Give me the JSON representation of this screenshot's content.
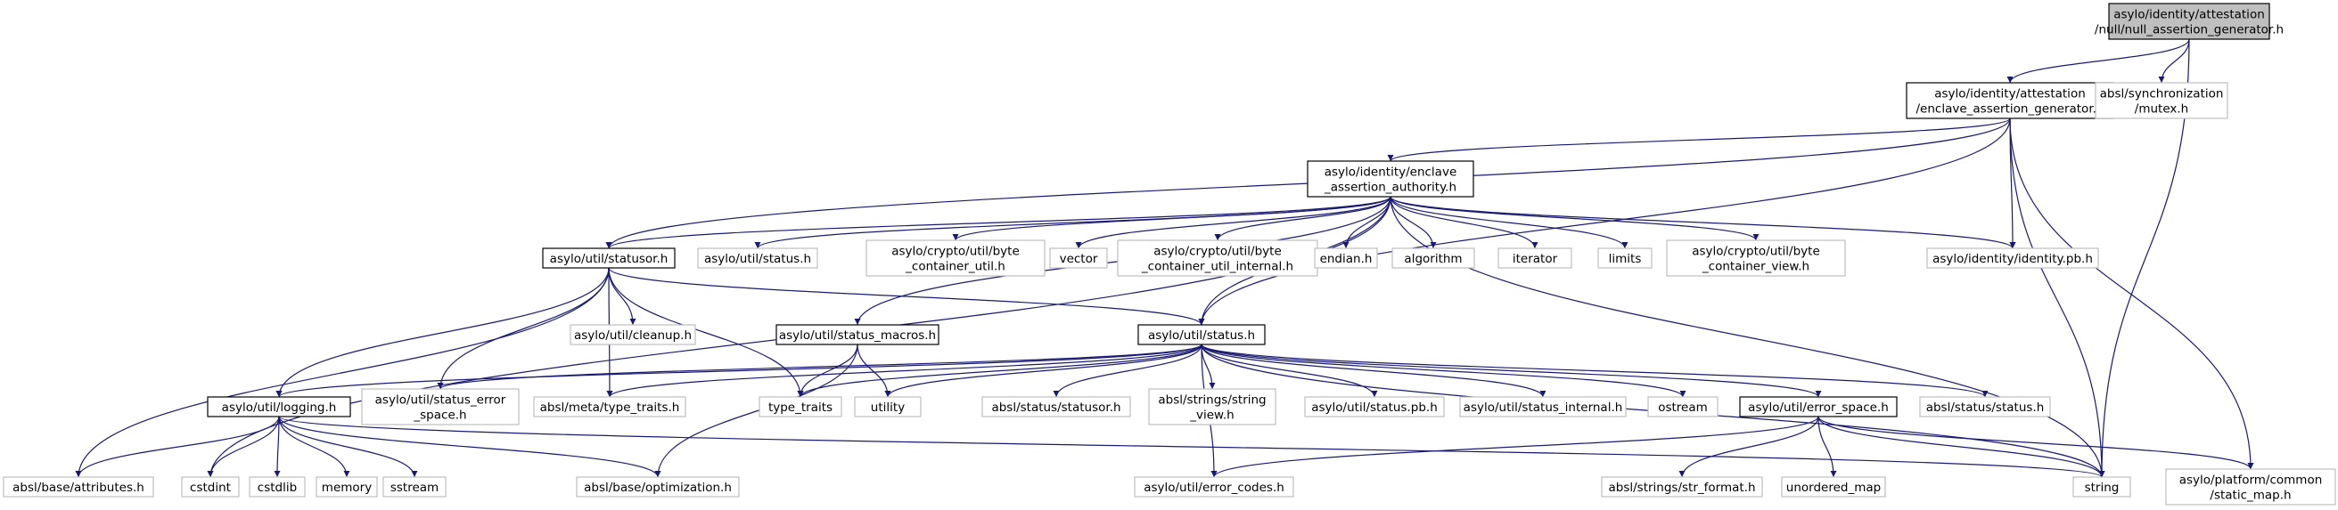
{
  "diagram": {
    "colors": {
      "root_fill": "#bfbfbf",
      "documented_stroke": "#000000",
      "undocumented_stroke": "#bfbfbf",
      "edge": "#191970"
    },
    "nodes": [
      {
        "id": "root",
        "kind": "root",
        "lines": [
          "asylo/identity/attestation",
          "/null/null_assertion_generator.h"
        ]
      },
      {
        "id": "enclave_assertion_generator",
        "kind": "documented",
        "lines": [
          "asylo/identity/attestation",
          "/enclave_assertion_generator.h"
        ]
      },
      {
        "id": "mutex",
        "kind": "undocumented",
        "lines": [
          "absl/synchronization",
          "/mutex.h"
        ]
      },
      {
        "id": "enclave_assertion_authority",
        "kind": "documented",
        "lines": [
          "asylo/identity/enclave",
          "_assertion_authority.h"
        ]
      },
      {
        "id": "statusor",
        "kind": "documented",
        "lines": [
          "asylo/util/statusor.h"
        ]
      },
      {
        "id": "status_h_top",
        "kind": "undocumented",
        "lines": [
          "asylo/util/status.h"
        ]
      },
      {
        "id": "byte_container_util",
        "kind": "undocumented",
        "lines": [
          "asylo/crypto/util/byte",
          "_container_util.h"
        ]
      },
      {
        "id": "vector",
        "kind": "undocumented",
        "lines": [
          "vector"
        ]
      },
      {
        "id": "byte_container_util_internal",
        "kind": "undocumented",
        "lines": [
          "asylo/crypto/util/byte",
          "_container_util_internal.h"
        ]
      },
      {
        "id": "endian",
        "kind": "undocumented",
        "lines": [
          "endian.h"
        ]
      },
      {
        "id": "algorithm",
        "kind": "undocumented",
        "lines": [
          "algorithm"
        ]
      },
      {
        "id": "iterator",
        "kind": "undocumented",
        "lines": [
          "iterator"
        ]
      },
      {
        "id": "limits",
        "kind": "undocumented",
        "lines": [
          "limits"
        ]
      },
      {
        "id": "byte_container_view",
        "kind": "undocumented",
        "lines": [
          "asylo/crypto/util/byte",
          "_container_view.h"
        ]
      },
      {
        "id": "identity_pb",
        "kind": "undocumented",
        "lines": [
          "asylo/identity/identity.pb.h"
        ]
      },
      {
        "id": "cleanup",
        "kind": "undocumented",
        "lines": [
          "asylo/util/cleanup.h"
        ]
      },
      {
        "id": "status_macros",
        "kind": "documented",
        "lines": [
          "asylo/util/status_macros.h"
        ]
      },
      {
        "id": "status",
        "kind": "documented",
        "lines": [
          "asylo/util/status.h"
        ]
      },
      {
        "id": "logging",
        "kind": "documented",
        "lines": [
          "asylo/util/logging.h"
        ]
      },
      {
        "id": "status_error_space",
        "kind": "undocumented",
        "lines": [
          "asylo/util/status_error",
          "_space.h"
        ]
      },
      {
        "id": "type_traits_meta",
        "kind": "undocumented",
        "lines": [
          "absl/meta/type_traits.h"
        ]
      },
      {
        "id": "type_traits",
        "kind": "undocumented",
        "lines": [
          "type_traits"
        ]
      },
      {
        "id": "utility",
        "kind": "undocumented",
        "lines": [
          "utility"
        ]
      },
      {
        "id": "absl_statusor",
        "kind": "undocumented",
        "lines": [
          "absl/status/statusor.h"
        ]
      },
      {
        "id": "string_view",
        "kind": "undocumented",
        "lines": [
          "absl/strings/string",
          "_view.h"
        ]
      },
      {
        "id": "status_pb",
        "kind": "undocumented",
        "lines": [
          "asylo/util/status.pb.h"
        ]
      },
      {
        "id": "status_internal",
        "kind": "undocumented",
        "lines": [
          "asylo/util/status_internal.h"
        ]
      },
      {
        "id": "ostream",
        "kind": "undocumented",
        "lines": [
          "ostream"
        ]
      },
      {
        "id": "error_space",
        "kind": "documented",
        "lines": [
          "asylo/util/error_space.h"
        ]
      },
      {
        "id": "absl_status",
        "kind": "undocumented",
        "lines": [
          "absl/status/status.h"
        ]
      },
      {
        "id": "attributes",
        "kind": "undocumented",
        "lines": [
          "absl/base/attributes.h"
        ]
      },
      {
        "id": "cstdint",
        "kind": "undocumented",
        "lines": [
          "cstdint"
        ]
      },
      {
        "id": "cstdlib",
        "kind": "undocumented",
        "lines": [
          "cstdlib"
        ]
      },
      {
        "id": "memory",
        "kind": "undocumented",
        "lines": [
          "memory"
        ]
      },
      {
        "id": "sstream",
        "kind": "undocumented",
        "lines": [
          "sstream"
        ]
      },
      {
        "id": "optimization",
        "kind": "undocumented",
        "lines": [
          "absl/base/optimization.h"
        ]
      },
      {
        "id": "error_codes",
        "kind": "undocumented",
        "lines": [
          "asylo/util/error_codes.h"
        ]
      },
      {
        "id": "str_format",
        "kind": "undocumented",
        "lines": [
          "absl/strings/str_format.h"
        ]
      },
      {
        "id": "unordered_map",
        "kind": "undocumented",
        "lines": [
          "unordered_map"
        ]
      },
      {
        "id": "string",
        "kind": "undocumented",
        "lines": [
          "string"
        ]
      },
      {
        "id": "static_map",
        "kind": "undocumented",
        "lines": [
          "asylo/platform/common",
          "/static_map.h"
        ]
      }
    ],
    "edges": [
      [
        "root",
        "enclave_assertion_generator"
      ],
      [
        "root",
        "mutex"
      ],
      [
        "root",
        "string"
      ],
      [
        "enclave_assertion_generator",
        "enclave_assertion_authority"
      ],
      [
        "enclave_assertion_generator",
        "statusor"
      ],
      [
        "enclave_assertion_generator",
        "identity_pb"
      ],
      [
        "enclave_assertion_generator",
        "status"
      ],
      [
        "enclave_assertion_generator",
        "string"
      ],
      [
        "enclave_assertion_generator",
        "static_map"
      ],
      [
        "enclave_assertion_authority",
        "statusor"
      ],
      [
        "enclave_assertion_authority",
        "status_h_top"
      ],
      [
        "enclave_assertion_authority",
        "byte_container_util"
      ],
      [
        "enclave_assertion_authority",
        "vector"
      ],
      [
        "enclave_assertion_authority",
        "byte_container_util_internal"
      ],
      [
        "enclave_assertion_authority",
        "endian"
      ],
      [
        "enclave_assertion_authority",
        "algorithm"
      ],
      [
        "enclave_assertion_authority",
        "iterator"
      ],
      [
        "enclave_assertion_authority",
        "limits"
      ],
      [
        "enclave_assertion_authority",
        "byte_container_view"
      ],
      [
        "enclave_assertion_authority",
        "identity_pb"
      ],
      [
        "enclave_assertion_authority",
        "status_macros"
      ],
      [
        "enclave_assertion_authority",
        "status"
      ],
      [
        "enclave_assertion_authority",
        "string"
      ],
      [
        "enclave_assertion_authority",
        "cstdint"
      ],
      [
        "statusor",
        "cleanup"
      ],
      [
        "statusor",
        "status"
      ],
      [
        "statusor",
        "logging"
      ],
      [
        "statusor",
        "status_error_space"
      ],
      [
        "statusor",
        "type_traits_meta"
      ],
      [
        "statusor",
        "type_traits"
      ],
      [
        "statusor",
        "attributes"
      ],
      [
        "status_macros",
        "type_traits"
      ],
      [
        "status_macros",
        "utility"
      ],
      [
        "status_macros",
        "optimization"
      ],
      [
        "status",
        "logging"
      ],
      [
        "status",
        "status_error_space"
      ],
      [
        "status",
        "type_traits_meta"
      ],
      [
        "status",
        "type_traits"
      ],
      [
        "status",
        "utility"
      ],
      [
        "status",
        "absl_statusor"
      ],
      [
        "status",
        "string_view"
      ],
      [
        "status",
        "status_pb"
      ],
      [
        "status",
        "status_internal"
      ],
      [
        "status",
        "ostream"
      ],
      [
        "status",
        "error_space"
      ],
      [
        "status",
        "absl_status"
      ],
      [
        "status",
        "string"
      ],
      [
        "status",
        "error_codes"
      ],
      [
        "logging",
        "attributes"
      ],
      [
        "logging",
        "cstdint"
      ],
      [
        "logging",
        "cstdlib"
      ],
      [
        "logging",
        "memory"
      ],
      [
        "logging",
        "sstream"
      ],
      [
        "logging",
        "optimization"
      ],
      [
        "logging",
        "string"
      ],
      [
        "error_space",
        "error_codes"
      ],
      [
        "error_space",
        "str_format"
      ],
      [
        "error_space",
        "unordered_map"
      ],
      [
        "error_space",
        "string"
      ],
      [
        "error_space",
        "static_map"
      ]
    ]
  }
}
